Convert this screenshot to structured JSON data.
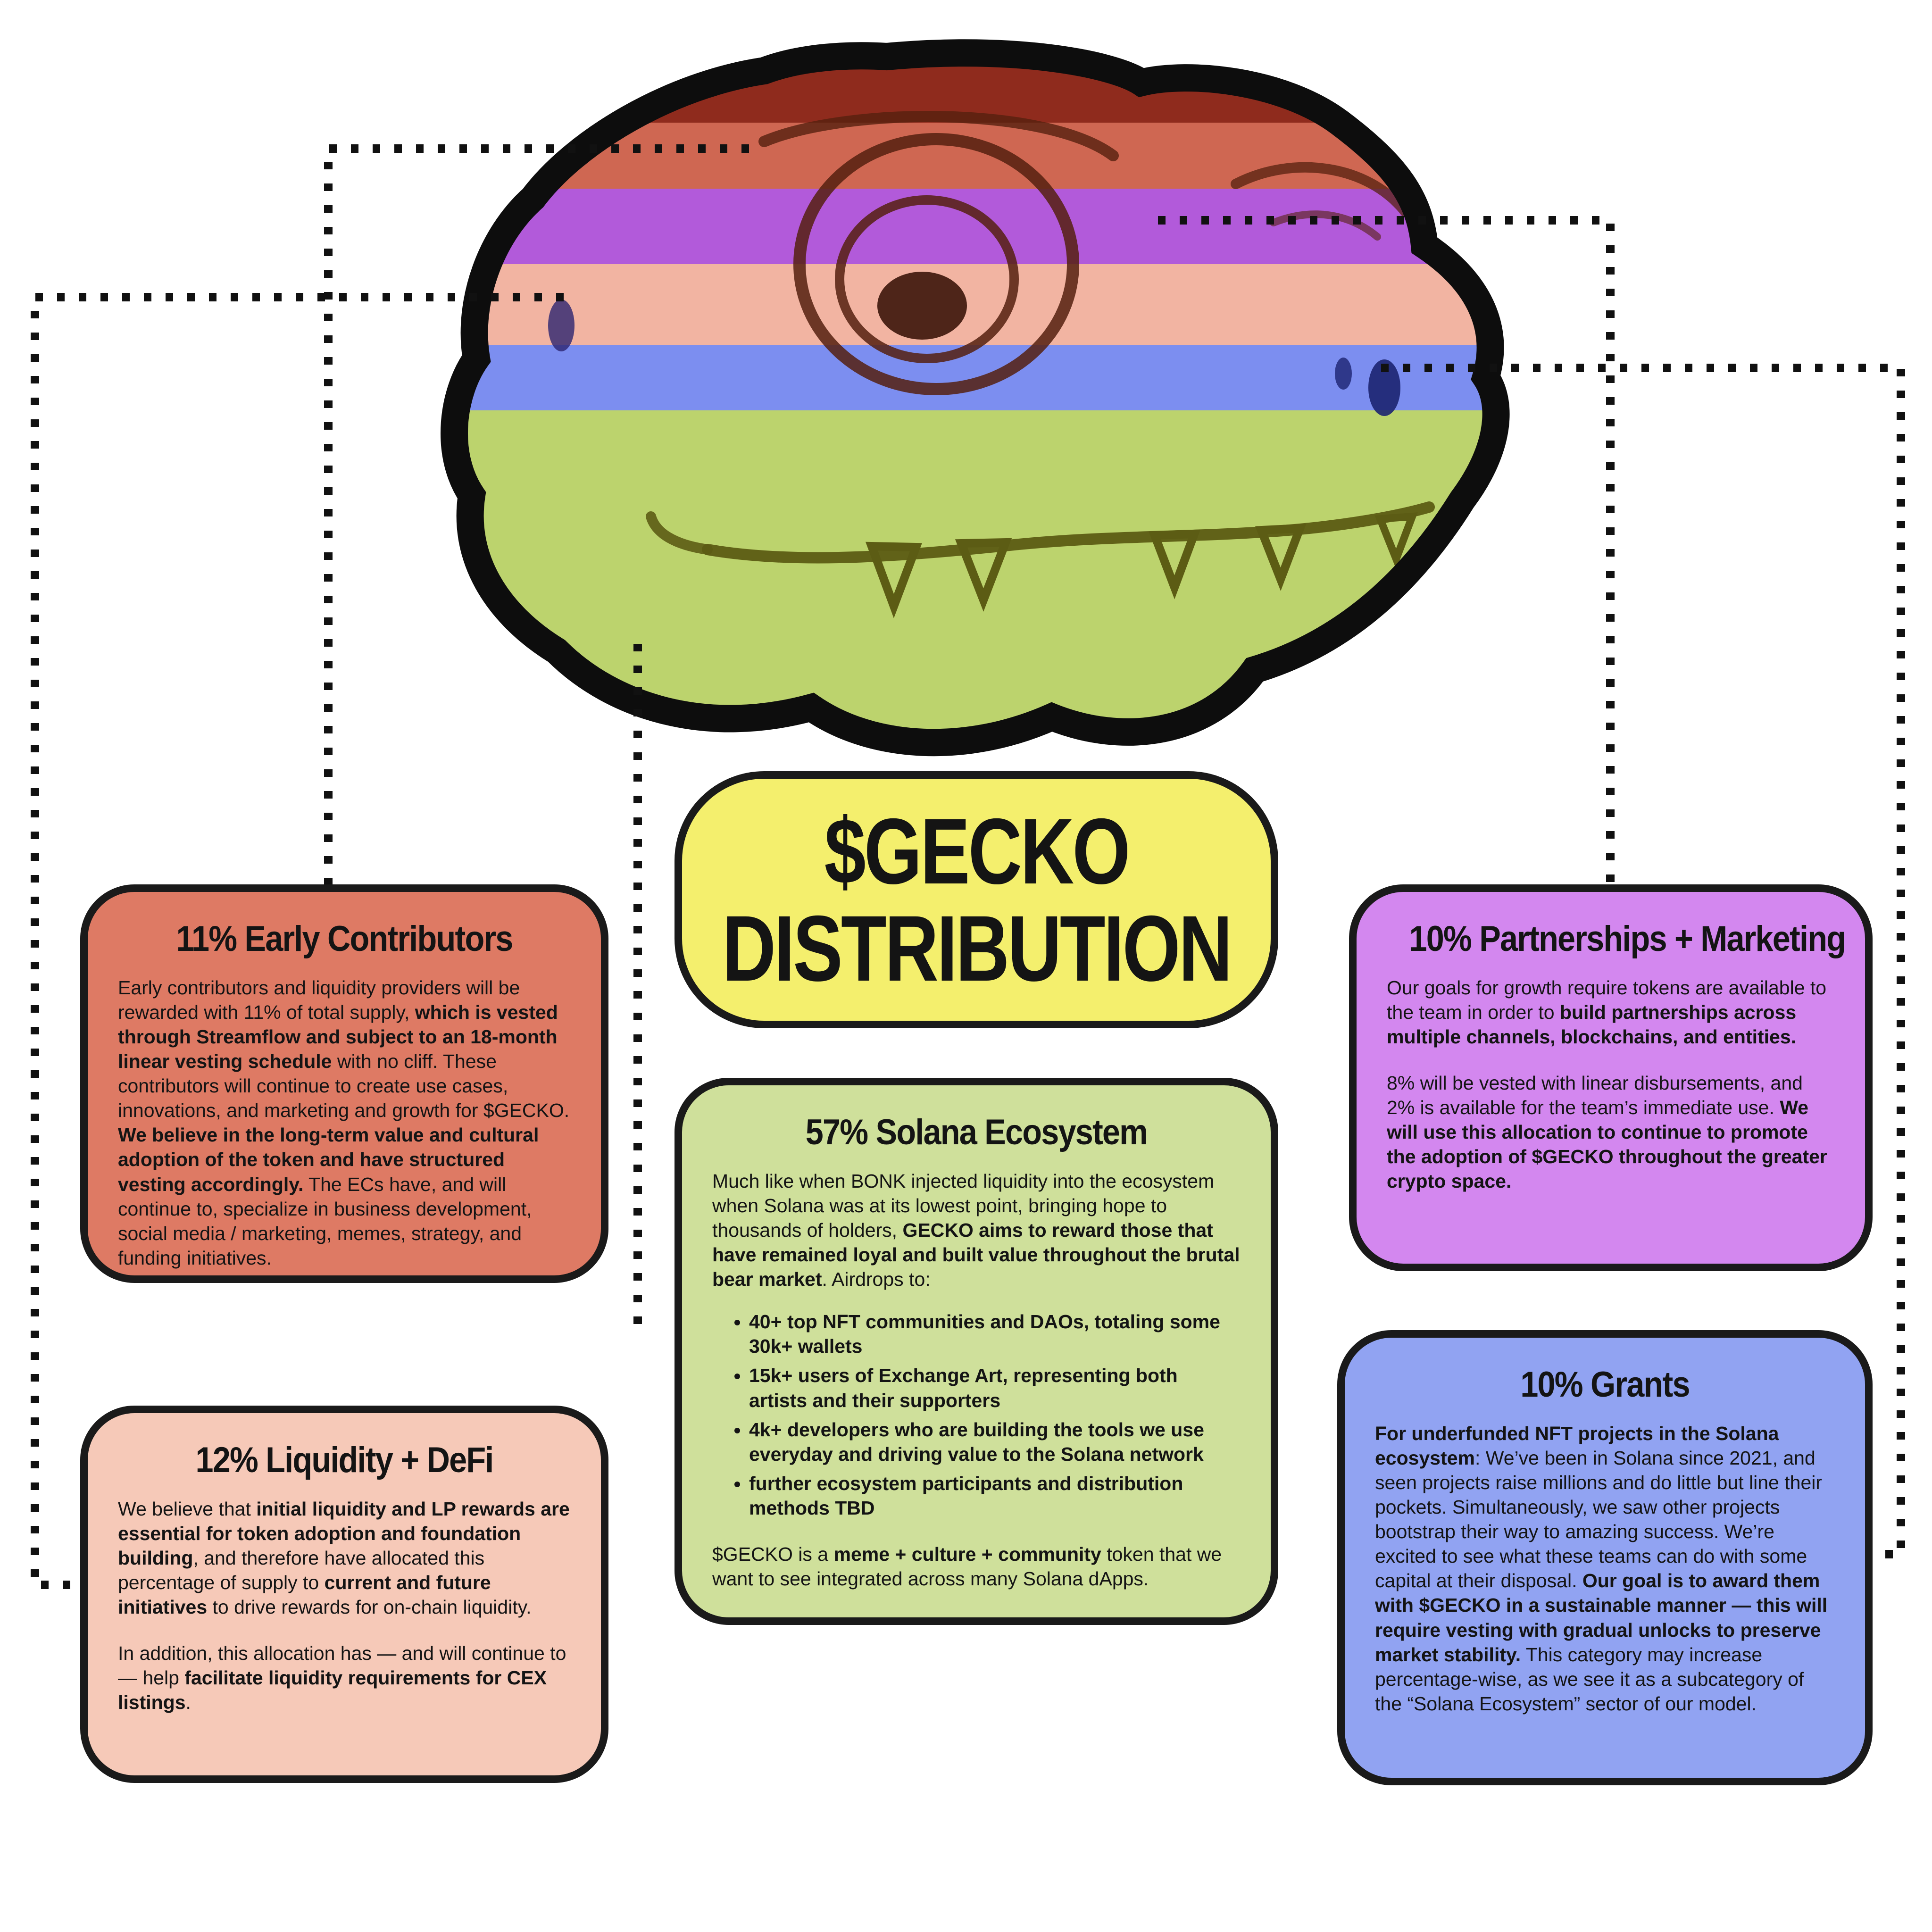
{
  "title": {
    "line1": "$GECKO",
    "line2": "DISTRIBUTION"
  },
  "colors": {
    "yellow": "#f4ef6d",
    "salmon": "#de7a64",
    "peach": "#f6c9b8",
    "green": "#cfe09b",
    "purple": "#d387ef",
    "blue": "#91a3f2",
    "outline": "#1a1a1a"
  },
  "head": {
    "stripes": [
      {
        "name": "maroon",
        "color": "#8f2b1d"
      },
      {
        "name": "red",
        "color": "#cf6752"
      },
      {
        "name": "purple",
        "color": "#b25ada"
      },
      {
        "name": "peach",
        "color": "#f2b4a2"
      },
      {
        "name": "blue",
        "color": "#7c8ef0"
      },
      {
        "name": "green",
        "color": "#bcd36d"
      }
    ]
  },
  "boxes": {
    "early": {
      "heading": "11% Early Contributors",
      "paragraphs": [
        [
          {
            "t": "Early contributors and liquidity providers will be rewarded with 11% of total supply, "
          },
          {
            "t": "which is vested through Streamflow and subject to an 18-month linear vesting schedule",
            "b": true
          },
          {
            "t": " with no cliff. These contributors will continue to create use cases, innovations, and marketing and growth for $GECKO. "
          },
          {
            "t": "We believe in the long-term value and cultural adoption of the token and have structured vesting accordingly.",
            "b": true
          },
          {
            "t": " The ECs have, and will continue to, specialize in business development, social media / marketing, memes, strategy, and funding initiatives."
          }
        ]
      ]
    },
    "liquidity": {
      "heading": "12% Liquidity + DeFi",
      "paragraphs": [
        [
          {
            "t": "We believe that "
          },
          {
            "t": "initial liquidity and LP rewards are essential for token adoption and foundation building",
            "b": true
          },
          {
            "t": ", and therefore have allocated this percentage of supply to "
          },
          {
            "t": "current and future initiatives",
            "b": true
          },
          {
            "t": " to drive rewards for on-chain liquidity."
          }
        ],
        [
          {
            "t": "In addition, this allocation has — and will continue to — help "
          },
          {
            "t": "facilitate liquidity requirements for CEX listings",
            "b": true
          },
          {
            "t": "."
          }
        ]
      ]
    },
    "solana": {
      "heading": "57% Solana Ecosystem",
      "intro": [
        {
          "t": "Much like when BONK injected liquidity into the ecosystem when Solana was at its lowest point, bringing hope to thousands of holders, "
        },
        {
          "t": "GECKO aims to reward those that have remained loyal and built value throughout the brutal bear market",
          "b": true
        },
        {
          "t": ". Airdrops to:"
        }
      ],
      "bullets": [
        "40+ top NFT communities and DAOs, totaling some 30k+ wallets",
        "15k+ users of Exchange Art, representing both artists and their supporters",
        "4k+ developers who are building the tools we use everyday and driving value to the Solana network",
        "further ecosystem participants and distribution methods TBD"
      ],
      "outro": [
        {
          "t": "$GECKO is a "
        },
        {
          "t": "meme + culture + community",
          "b": true
        },
        {
          "t": " token that we want to see integrated across many Solana dApps."
        }
      ]
    },
    "partnerships": {
      "heading": "10% Partnerships + Marketing",
      "paragraphs": [
        [
          {
            "t": "Our goals for growth require tokens are available to the team in order to "
          },
          {
            "t": "build partnerships across multiple channels, blockchains, and entities.",
            "b": true
          }
        ],
        [
          {
            "t": "8% will be vested with linear disbursements, and 2% is available for the team’s immediate use. "
          },
          {
            "t": "We will use this allocation to continue to promote the adoption of $GECKO throughout the greater crypto space.",
            "b": true
          }
        ]
      ]
    },
    "grants": {
      "heading": "10% Grants",
      "paragraphs": [
        [
          {
            "t": "For underfunded NFT projects in the Solana ecosystem",
            "b": true
          },
          {
            "t": ": We’ve been in Solana since 2021, and seen projects raise millions and do little but line their pockets. Simultaneously, we saw other projects bootstrap their way to amazing success. We’re excited to see what these teams can do with some capital at their disposal. "
          },
          {
            "t": "Our goal is to award them with $GECKO in a sustainable manner — this will require vesting with gradual unlocks to preserve market stability.",
            "b": true
          },
          {
            "t": " This category may increase percentage-wise, as we see it as a subcategory of the “Solana Ecosystem” sector of our model."
          }
        ]
      ]
    }
  }
}
